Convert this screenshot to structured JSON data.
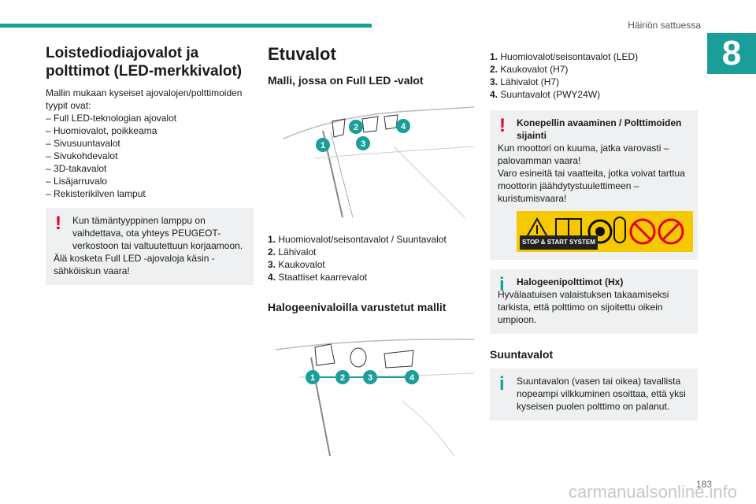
{
  "header": {
    "section": "Häiriön sattuessa",
    "chapter": "8"
  },
  "col1": {
    "title": "Loistediodiajovalot ja polttimot (LED-merkkivalot)",
    "intro": "Mallin mukaan kyseiset ajovalojen/polttimoiden tyypit ovat:",
    "items": [
      "Full LED-teknologian ajovalot",
      "Huomiovalot, poikkeama",
      "Sivusuuntavalot",
      "Sivukohdevalot",
      "3D-takavalot",
      "Lisäjarruvalo",
      "Rekisterikilven lamput"
    ],
    "warning": {
      "icon": "warning-exclamation-icon",
      "line1": "Kun tämäntyyppinen lamppu on vaihdettava, ota yhteys PEUGEOT-verkostoon tai valtuutettuun korjaamoon.",
      "line2": "Älä kosketa Full LED -ajovaloja käsin - sähköiskun vaara!"
    }
  },
  "col2": {
    "title": "Etuvalot",
    "sub1": "Malli, jossa on Full LED -valot",
    "list1": [
      {
        "n": "1.",
        "t": "Huomiovalot/seisontavalot / Suuntavalot"
      },
      {
        "n": "2.",
        "t": "Lähivalot"
      },
      {
        "n": "3.",
        "t": "Kaukovalot"
      },
      {
        "n": "4.",
        "t": "Staattiset kaarrevalot"
      }
    ],
    "sub2": "Halogeenivaloilla varustetut mallit",
    "callouts": [
      "1",
      "2",
      "3",
      "4"
    ]
  },
  "col3": {
    "list": [
      {
        "n": "1.",
        "t": "Huomiovalot/seisontavalot (LED)"
      },
      {
        "n": "2.",
        "t": "Kaukovalot (H7)"
      },
      {
        "n": "3.",
        "t": "Lähivalot (H7)"
      },
      {
        "n": "4.",
        "t": "Suuntavalot (PWY24W)"
      }
    ],
    "warning": {
      "heading": "Konepellin avaaminen / Polttimoiden sijainti",
      "l1": "Kun moottori on kuuma, jatka varovasti – palovamman vaara!",
      "l2": "Varo esineitä tai vaatteita, jotka voivat tarttua moottorin jäähdytystuulettimeen – kuristumisvaara!",
      "sticker_label": "STOP & START SYSTEM"
    },
    "info1": {
      "heading": "Halogeenipolttimot (Hx)",
      "text": "Hyvälaatuisen valaistuksen takaamiseksi tarkista, että polttimo on sijoitettu oikein umpioon."
    },
    "sub": "Suuntavalot",
    "info2": {
      "text": "Suuntavalon (vasen tai oikea) tavallista nopeampi vilkkuminen osoittaa, että yksi kyseisen puolen polttimo on palanut."
    }
  },
  "footer": {
    "page": "183",
    "watermark": "carmanualsonline.info"
  },
  "colors": {
    "accent": "#1b9e9a",
    "warning": "#e4002b",
    "box": "#eef0f1"
  }
}
